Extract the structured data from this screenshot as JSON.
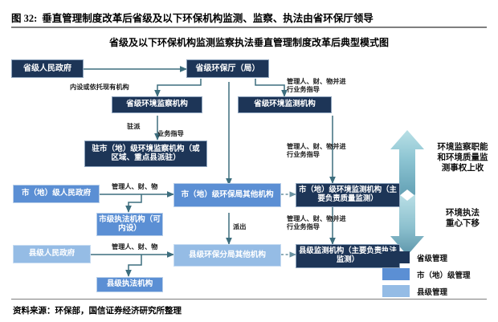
{
  "header": {
    "figure_label": "图 32:",
    "figure_title": "垂直管理制度改革后省级及以下环保机构监测、监察、执法由省环保厅领导"
  },
  "chart_title": "省级及以下环保机构监测监察执法垂直管理制度改革后典型模式图",
  "source": "资料来源：环保部，国信证券经济研究所整理",
  "colors": {
    "provincial": "#1d3557",
    "city": "#5b8fd4",
    "county": "#95bce5",
    "connector": "#3d6e7e",
    "arrow_gradient_top": "#a9d6de",
    "arrow_gradient_bottom": "#5f97ad"
  },
  "nodes": {
    "prov_gov": "省级人民政府",
    "prov_epa": "省级环保厅（局）",
    "prov_supervision": "省级环境监察机构",
    "prov_monitoring": "省级环境监测机构",
    "stationed_city_supervision": "驻市（地）级环境监察机构（或区域、重点县派驻）",
    "city_gov": "市（地）级人民政府",
    "city_epa": "市（地）级环保局其他机构",
    "city_enforcement": "市级执法机构（可内设）",
    "city_monitoring": "市（地）级环境监测机构（主要负责质量监测）",
    "county_gov": "县级人民政府",
    "county_epa": "县级环保分局其他机构",
    "county_enforcement": "县级执法机构",
    "county_monitoring": "县级监测机构（主要负责执法监测）"
  },
  "edge_labels": {
    "internal_or_existing": "内设或依托现有机构",
    "stationed": "驻派",
    "business_guidance": "业务指导",
    "manage_and_guide_prov": "管理人、财、物并进\n行业务指导",
    "manage_and_guide_city": "管理人、财、物并进\n行业务指导",
    "manage_and_guide_county": "管理人、财、物并进\n行业务指导",
    "manage_city": "管理人、财、物",
    "manage_county": "管理人、财、物",
    "dispatch": "派出"
  },
  "side_annotations": {
    "up_arrow_text": "环境监察职能\n和环境质量监\n测事权上收",
    "down_arrow_text": "环境执法\n重心下移"
  },
  "legend": {
    "items": [
      {
        "label": "省级管理",
        "color": "#1d3557"
      },
      {
        "label": "市（地）级管理",
        "color": "#5b8fd4"
      },
      {
        "label": "县级管理",
        "color": "#95bce5"
      }
    ]
  }
}
